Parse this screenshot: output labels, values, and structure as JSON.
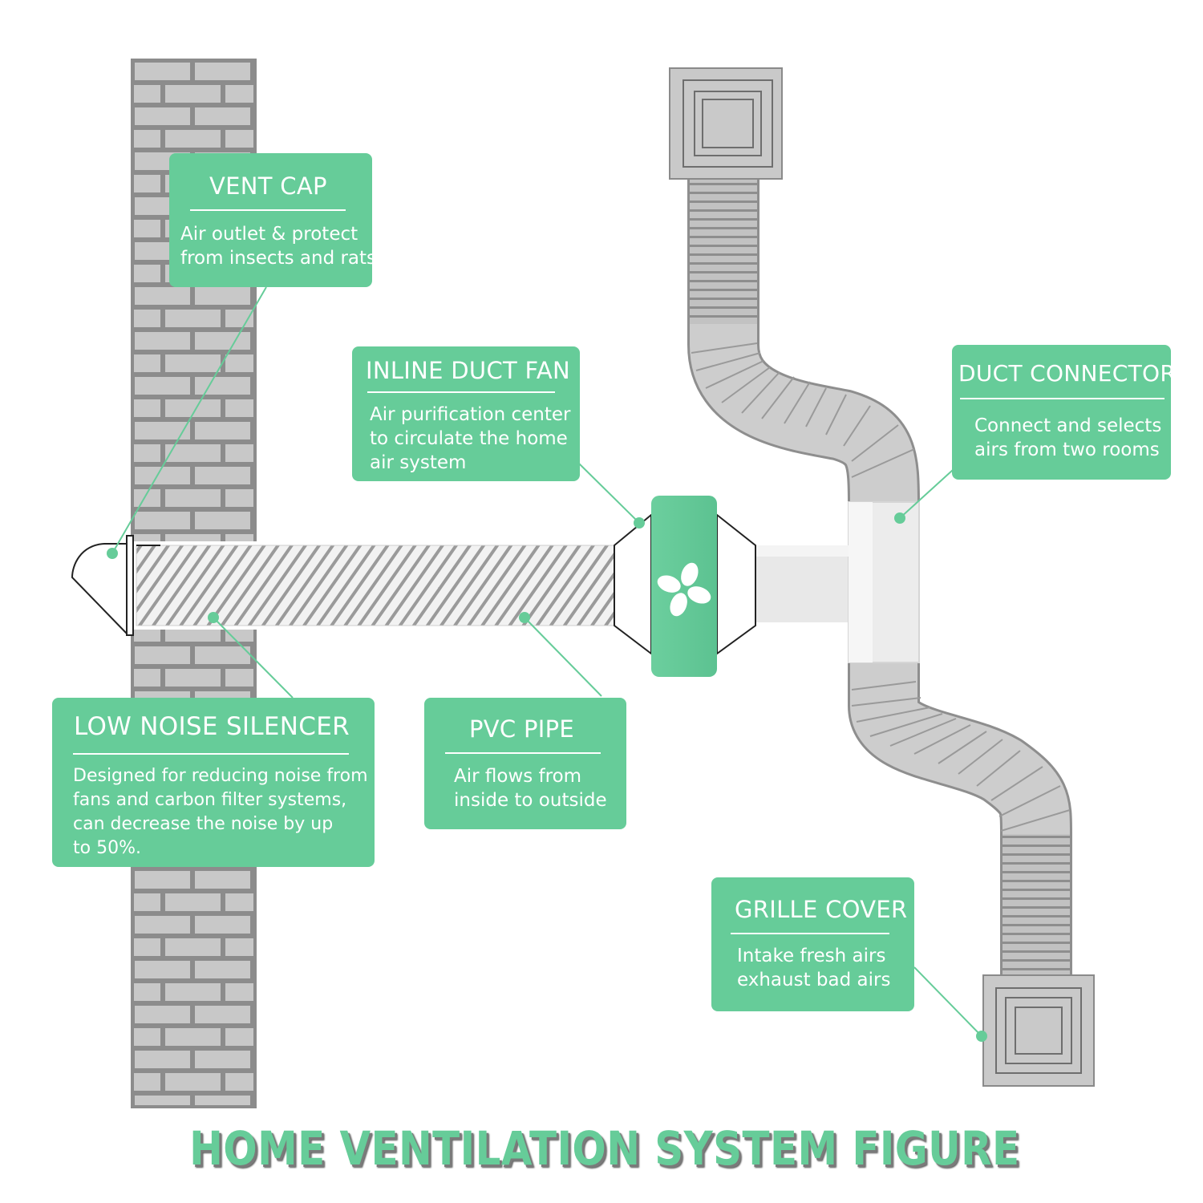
{
  "title": "HOME VENTILATION SYSTEM FIGURE",
  "colors": {
    "accent": "#66cc99",
    "wall_brick": "#c8c8c8",
    "wall_mortar": "#8c8c8c",
    "duct": "#bdbdbd",
    "connector": "#ececec"
  },
  "icons": {
    "fan": "fan-icon"
  },
  "callouts": {
    "vent_cap": {
      "title": "VENT CAP",
      "lines": [
        "Air outlet  & protect",
        "from insects and rats"
      ]
    },
    "inline_duct_fan": {
      "title": "INLINE DUCT FAN",
      "lines": [
        "Air purification center",
        "to circulate the home",
        "air system"
      ]
    },
    "duct_connector": {
      "title": "DUCT CONNECTOR",
      "lines": [
        "Connect and selects",
        "airs from two rooms"
      ]
    },
    "low_noise_silencer": {
      "title": "LOW NOISE SILENCER",
      "lines": [
        "Designed for reducing noise from",
        "fans and carbon filter systems,",
        "can decrease the noise by up",
        "to 50%."
      ]
    },
    "pvc_pipe": {
      "title": "PVC PIPE",
      "lines": [
        "Air flows from",
        "inside to outside"
      ]
    },
    "grille_cover": {
      "title": "GRILLE COVER",
      "lines": [
        "Intake fresh airs",
        "exhaust bad airs"
      ]
    }
  }
}
